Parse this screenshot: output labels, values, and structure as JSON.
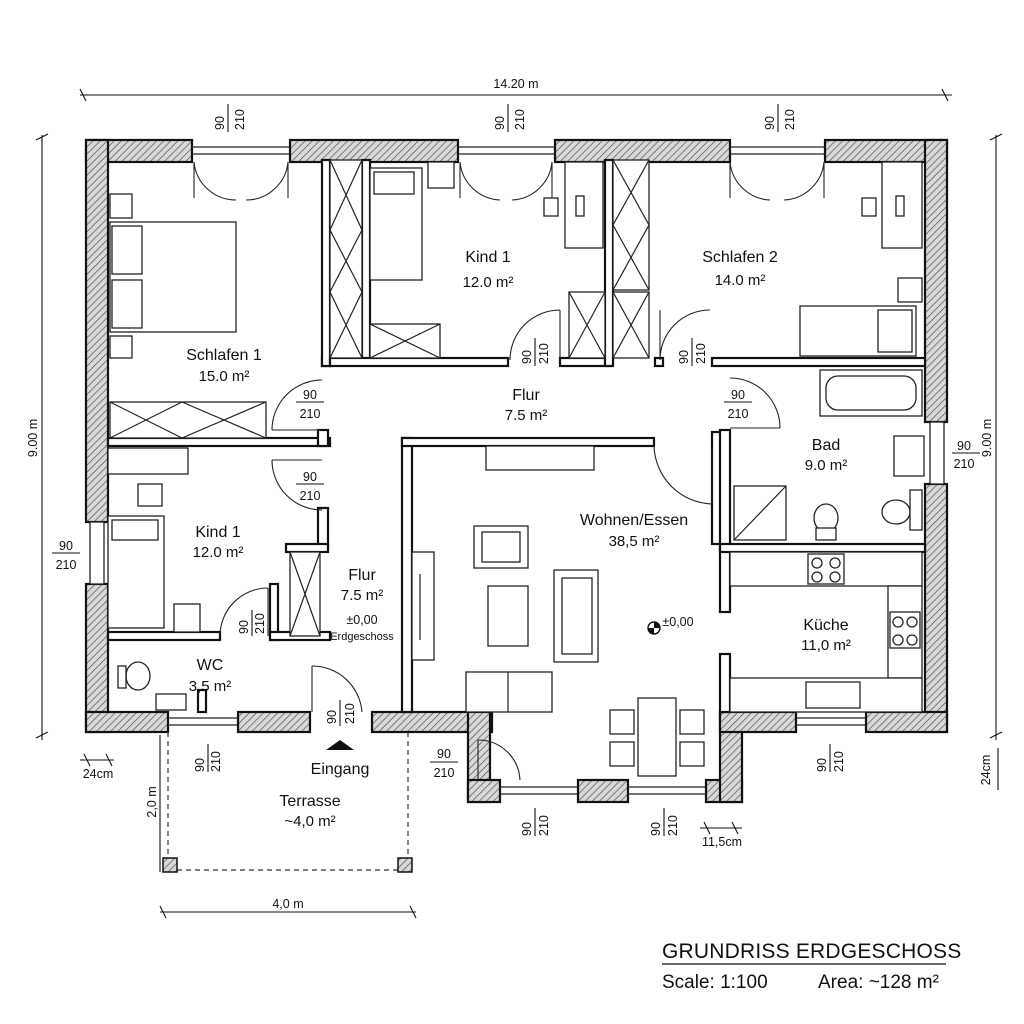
{
  "drawing": {
    "title": "GRUNDRISS ERDGESCHOSS",
    "scale": "Scale: 1:100",
    "area": "Area: ~128 m²"
  },
  "rooms": {
    "schlafen1": {
      "name": "Schlafen 1",
      "area": "15.0 m²"
    },
    "kind1_top": {
      "name": "Kind 1",
      "area": "12.0 m²"
    },
    "schlafen2": {
      "name": "Schlafen 2",
      "area": "14.0 m²"
    },
    "flur_center": {
      "name": "Flur",
      "area": "7.5 m²"
    },
    "bad": {
      "name": "Bad",
      "area": "9.0 m²"
    },
    "kind1_left": {
      "name": "Kind 1",
      "area": "12.0 m²"
    },
    "wohnen": {
      "name": "Wohnen/Essen",
      "area": "38,5 m²"
    },
    "flur_entry": {
      "name": "Flur",
      "area": "7.5 m²",
      "level": "±0,00",
      "floor": "Erdgeschoss"
    },
    "kueche": {
      "name": "Küche",
      "area": "11,0 m²"
    },
    "wc": {
      "name": "WC",
      "area": "3,5 m²"
    },
    "terrasse": {
      "name": "Terrasse",
      "area": "~4,0 m²"
    }
  },
  "labels": {
    "eingang": "Eingang",
    "level_marker": "±0,00"
  },
  "dimensions": {
    "overall_width": "14.20 m",
    "overall_height_left": "9.00 m",
    "overall_height_right": "9.00 m",
    "wall_thickness": "24cm",
    "wall_thickness_right": "24cm",
    "interior_wall": "11,5cm",
    "terrace_depth": "2,0 m",
    "terrace_width": "4,0 m",
    "opening_w": "90",
    "opening_h": "210"
  }
}
